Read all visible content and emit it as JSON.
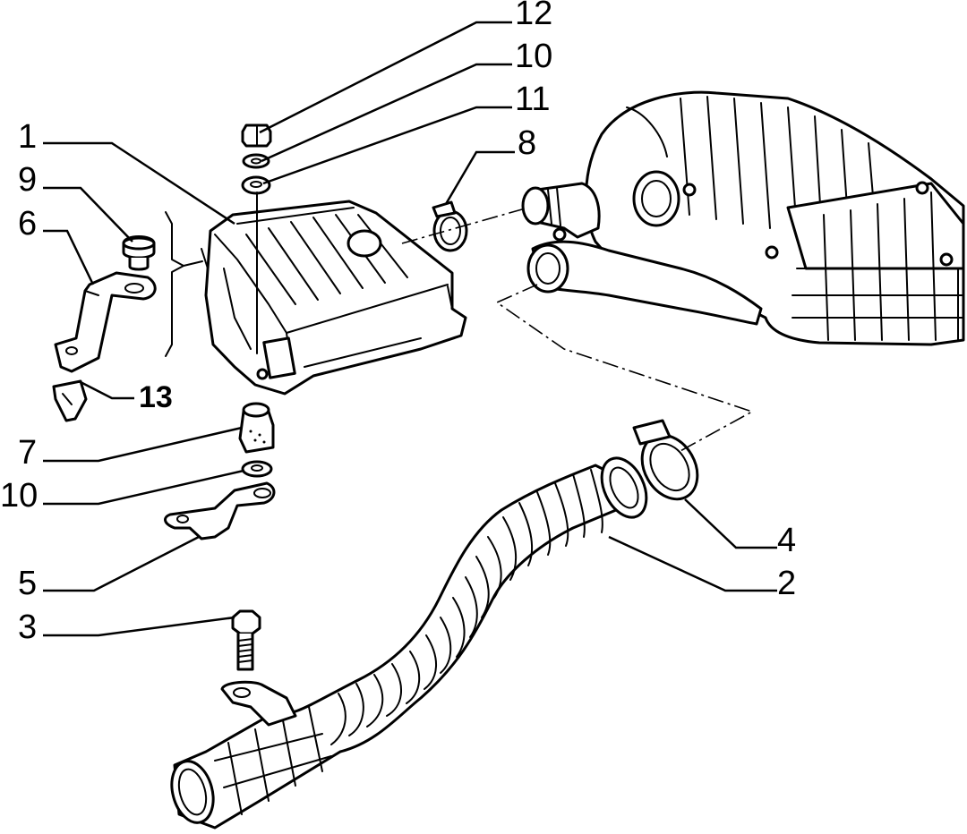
{
  "callouts": [
    {
      "id": "c12",
      "label": "12"
    },
    {
      "id": "c10a",
      "label": "10"
    },
    {
      "id": "c11",
      "label": "11"
    },
    {
      "id": "c1",
      "label": "1"
    },
    {
      "id": "c8",
      "label": "8"
    },
    {
      "id": "c9",
      "label": "9"
    },
    {
      "id": "c6",
      "label": "6"
    },
    {
      "id": "c13",
      "label": "13"
    },
    {
      "id": "c7",
      "label": "7"
    },
    {
      "id": "c10b",
      "label": "10"
    },
    {
      "id": "c4",
      "label": "4"
    },
    {
      "id": "c2",
      "label": "2"
    },
    {
      "id": "c5",
      "label": "5"
    },
    {
      "id": "c3",
      "label": "3"
    }
  ]
}
